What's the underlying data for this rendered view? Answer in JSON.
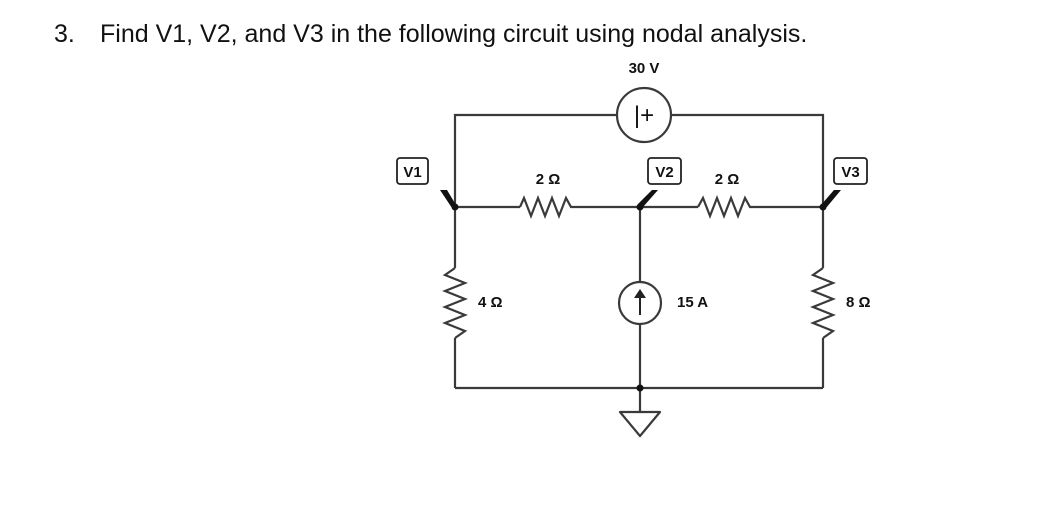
{
  "question": {
    "number": "3.",
    "text": "Find V1, V2, and V3 in the following circuit using nodal analysis."
  },
  "circuit": {
    "voltage_source": {
      "label": "30 V",
      "symbol": "|+"
    },
    "nodes": {
      "v1": "V1",
      "v2": "V2",
      "v3": "V3"
    },
    "resistors": {
      "r_v1_v2": "2 Ω",
      "r_v2_v3": "2 Ω",
      "r_v1_gnd": "4 Ω",
      "r_v3_gnd": "8 Ω"
    },
    "current_source": {
      "label": "15 A"
    }
  }
}
